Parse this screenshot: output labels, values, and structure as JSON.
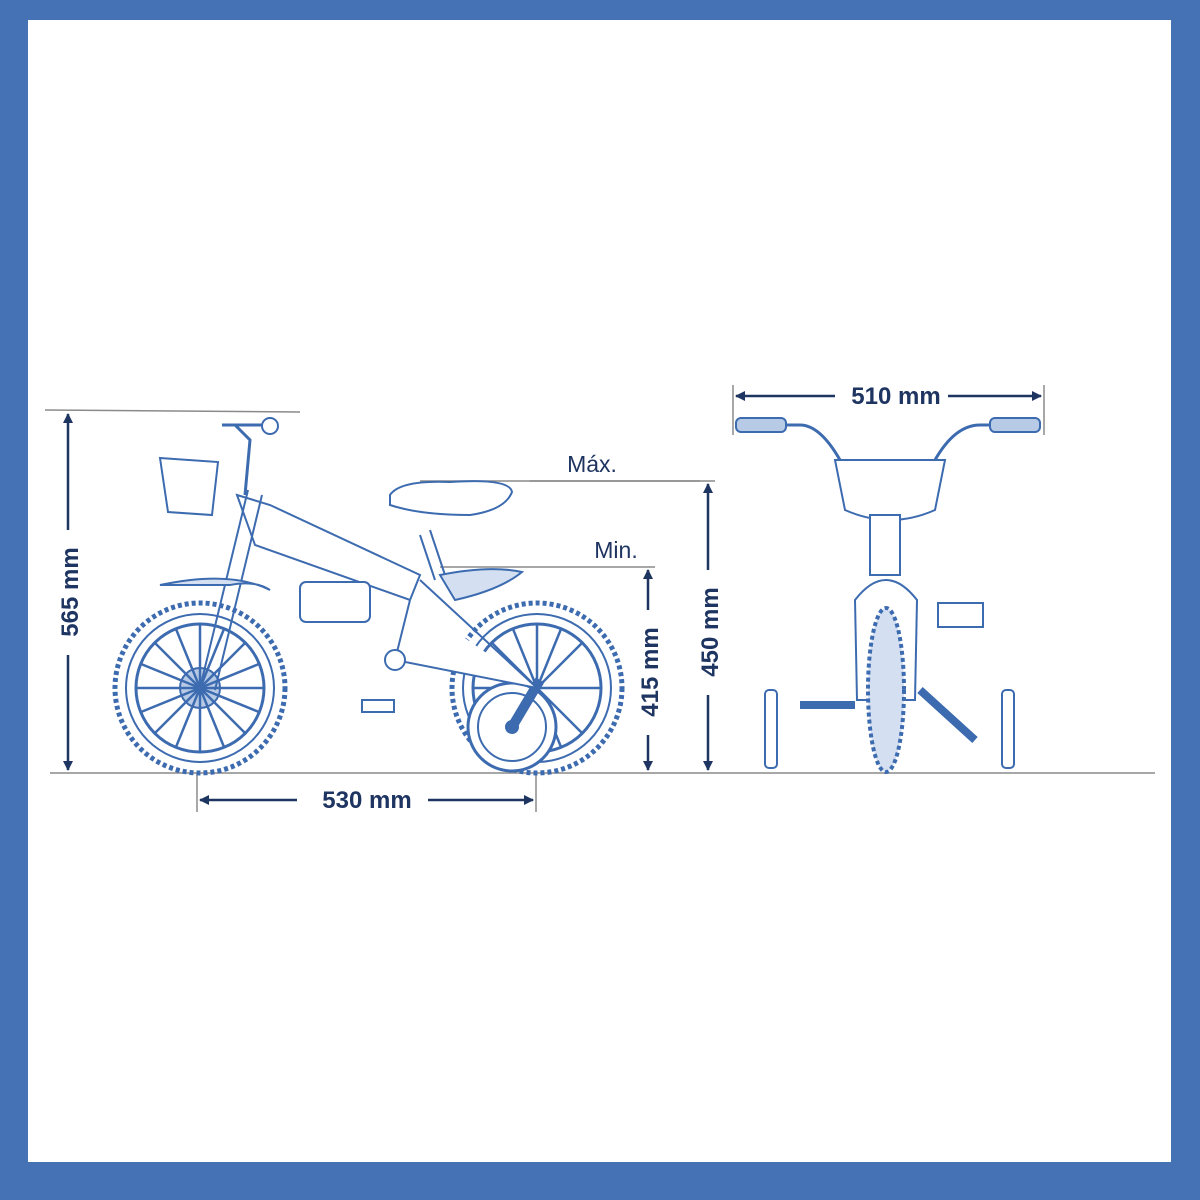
{
  "colors": {
    "border": "#4472b5",
    "dimension": "#1e3461",
    "drawing": "#3d6bb0",
    "guide": "#8a8a8a"
  },
  "dimensions": {
    "overall_height": "565 mm",
    "wheelbase": "530 mm",
    "seat_max_label": "Máx.",
    "seat_min_label": "Min.",
    "seat_min_height": "415 mm",
    "seat_max_height": "450 mm",
    "handlebar_width": "510 mm"
  }
}
